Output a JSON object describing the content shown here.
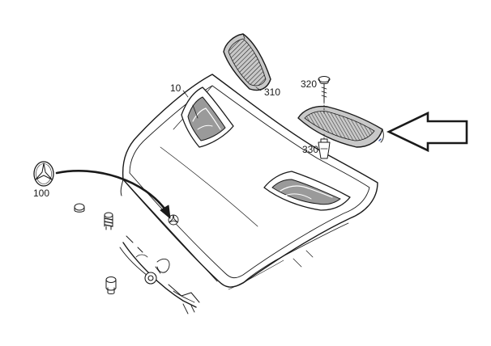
{
  "diagram": {
    "callouts": {
      "hood": "10",
      "star_emblem": "100",
      "front_air_grille": "310",
      "screw": "320",
      "clip": "330"
    },
    "colors": {
      "line": "#1a1a1a",
      "grille_fill": "#c8c8c8",
      "vent_shadow": "#9a9a9a",
      "background": "#ffffff"
    },
    "icons": {
      "pointer": "outline-arrow-left-icon",
      "emblem": "three-pointed-star-icon"
    }
  }
}
